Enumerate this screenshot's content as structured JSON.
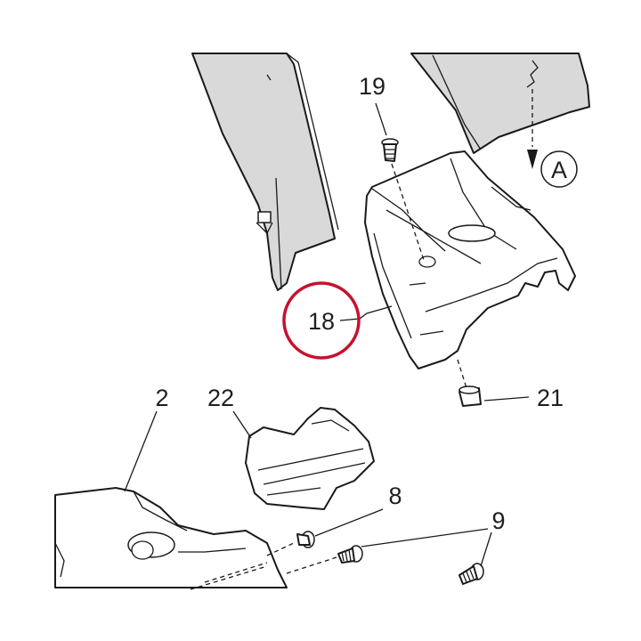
{
  "callouts": {
    "part_2": "2",
    "part_8": "8",
    "part_9": "9",
    "part_18": "18",
    "part_19": "19",
    "part_21": "21",
    "part_22": "22",
    "view_a": "A"
  },
  "highlight": {
    "target": "18",
    "color": "#c8102e"
  },
  "colors": {
    "panel_gray": "#d9d9d9",
    "part_white": "#ffffff",
    "line": "#1a1a1a"
  }
}
